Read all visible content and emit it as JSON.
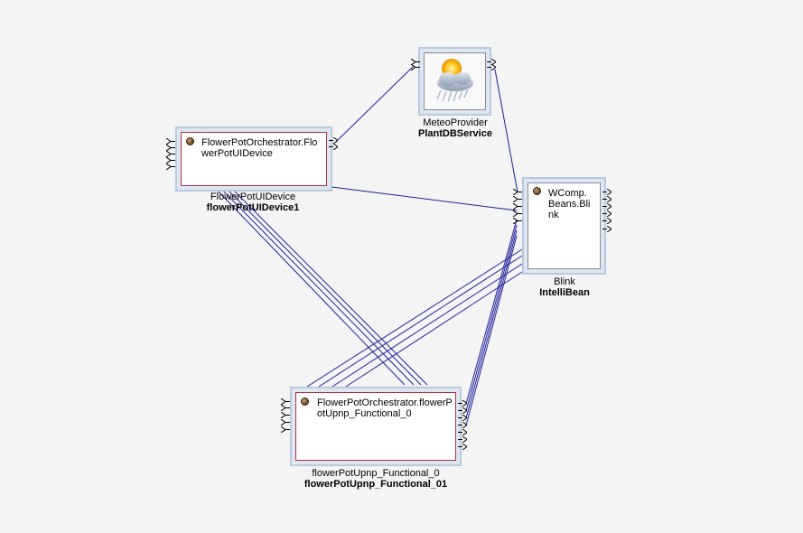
{
  "components": {
    "orchestrator_ui": {
      "text": "FlowerPotOrchestrator.FlowerPotUIDevice",
      "type": "FlowerPotUIDevice",
      "name": "flowerPotUIDevice1"
    },
    "meteo": {
      "icon": "weather-cloud-sun-icon",
      "type": "MeteoProvider",
      "name": "PlantDBService"
    },
    "blink": {
      "text": "WComp.Beans.Blink",
      "type": "Blink",
      "name": "IntelliBean"
    },
    "functional": {
      "text": "FlowerPotOrchestrator.flowerPotUpnp_Functional_0",
      "type": "flowerPotUpnp_Functional_0",
      "name": "flowerPotUpnp_Functional_01"
    }
  },
  "colors": {
    "wire": "#1f1f99",
    "frame": "#b9c9de",
    "inner_border": "#b0303a",
    "background": "#f4f4f4"
  }
}
